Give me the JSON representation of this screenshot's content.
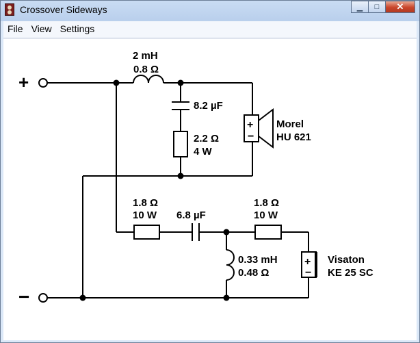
{
  "window": {
    "title": "Crossover Sideways"
  },
  "menu": [
    {
      "label": "File"
    },
    {
      "label": "View"
    },
    {
      "label": "Settings"
    }
  ],
  "schematic": {
    "terminals": {
      "positive": "+",
      "negative": "−"
    },
    "inductor_tweeter": {
      "value": "2 mH",
      "resistance": "0.8 Ω"
    },
    "capacitor_tweeter": {
      "value": "8.2 µF"
    },
    "resistor_tweeter": {
      "value": "2.2 Ω",
      "power": "4 W"
    },
    "tweeter": {
      "brand": "Morel",
      "model": "HU 621",
      "plus": "+",
      "minus": "−"
    },
    "resistor_left": {
      "value": "1.8 Ω",
      "power": "10 W"
    },
    "capacitor_mid": {
      "value": "6.8 µF"
    },
    "resistor_right": {
      "value": "1.8 Ω",
      "power": "10 W"
    },
    "inductor_shunt": {
      "value": "0.33 mH",
      "resistance": "0.48 Ω"
    },
    "woofer": {
      "brand": "Visaton",
      "model": "KE 25 SC",
      "plus": "+",
      "minus": "−"
    }
  }
}
